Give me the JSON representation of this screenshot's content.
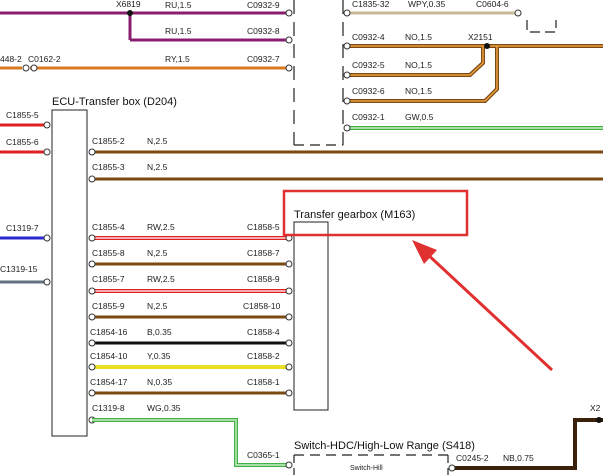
{
  "components": {
    "ecu": "ECU-Transfer box (D204)",
    "gearbox": "Transfer gearbox (M163)",
    "switch": "Switch-HDC/High-Low Range (S418)",
    "switch_inner": "Switch-Hill"
  },
  "splices": [
    "X6819",
    "X2151",
    "X2"
  ],
  "connector_labels": {
    "c0932_9": "C0932-9",
    "c0932_8": "C0932-8",
    "c0932_7": "C0932-7",
    "c1835_32": "C1835-32",
    "c0604_6": "C0604-6",
    "c0932_4": "C0932-4",
    "c0932_5": "C0932-5",
    "c0932_6": "C0932-6",
    "c0932_1": "C0932-1",
    "c448_2": "448-2",
    "c0162_2": "C0162-2",
    "c1855_5_left": "C1855-5",
    "c1855_6_left": "C1855-6",
    "c1319_7": "C1319-7",
    "c1319_15": "C1319-15",
    "c1855_2": "C1855-2",
    "c1855_3": "C1855-3",
    "c1855_4": "C1855-4",
    "c1855_8": "C1855-8",
    "c1855_7": "C1855-7",
    "c1855_9": "C1855-9",
    "c1854_16": "C1854-16",
    "c1854_10": "C1854-10",
    "c1854_17": "C1854-17",
    "c1319_8": "C1319-8",
    "c1858_5": "C1858-5",
    "c1858_7": "C1858-7",
    "c1858_9": "C1858-9",
    "c1858_10": "C1858-10",
    "c1858_4": "C1858-4",
    "c1858_2": "C1858-2",
    "c1858_1": "C1858-1",
    "c0365_1": "C0365-1",
    "c0245_2": "C0245-2"
  },
  "wire_labels": {
    "ru_top": "RU,1.5",
    "ru_mid": "RU,1.5",
    "ry": "RY,1.5",
    "wpy": "WPY,0.35",
    "no4": "NO,1.5",
    "no5": "NO,1.5",
    "no6": "NO,1.5",
    "gw": "GW,0.5",
    "n25_a": "N,2.5",
    "n25_b": "N,2.5",
    "rw25_a": "RW,2.5",
    "n25_c": "N,2.5",
    "rw25_b": "RW,2.5",
    "n25_d": "N,2.5",
    "b035": "B,0.35",
    "y035": "Y,0.35",
    "n035": "N,0.35",
    "wg035": "WG,0.35",
    "nb075": "NB,0.75"
  },
  "colors": {
    "purple": "#8a1e6e",
    "orange": "#d97a1e",
    "brown": "#7a4a12",
    "red": "#e02020",
    "blue": "#2a2ad0",
    "slate": "#607080",
    "green": "#44b044",
    "tan": "#c8b89a",
    "yellow": "#e8e020",
    "black": "#111111",
    "highlight": "#e03030"
  }
}
